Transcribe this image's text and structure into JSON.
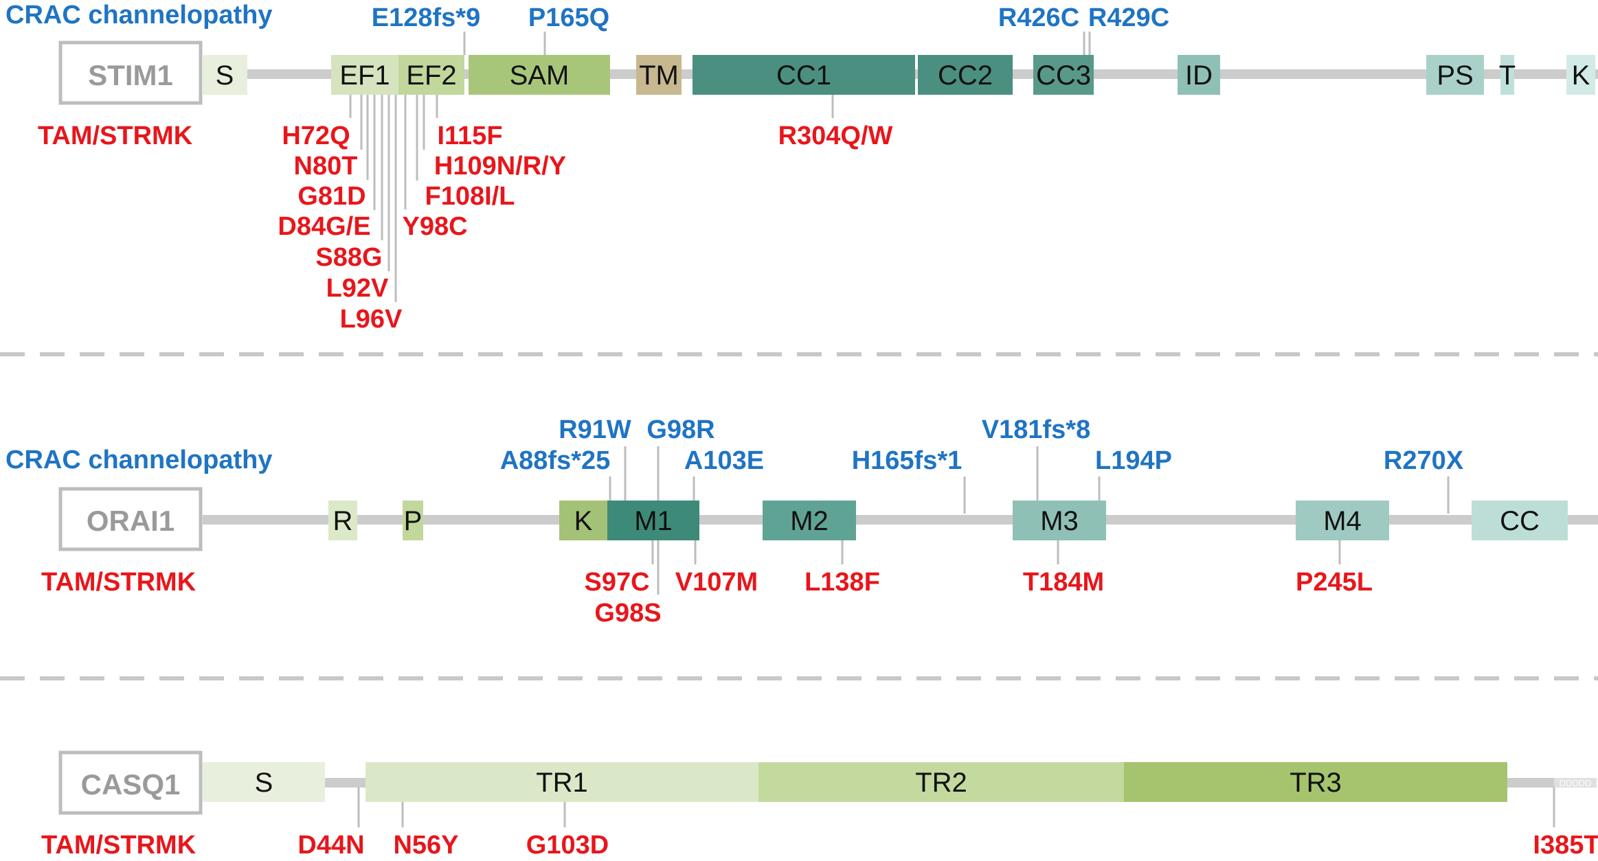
{
  "colors": {
    "red": "#e8161b",
    "blue": "#1f74c4",
    "backbone": "#cccccc",
    "box_border": "#bdbdbd",
    "protein_text": "#9a9a9a",
    "dash": "#c8c8c8"
  },
  "stim1": {
    "disease_blue": "CRAC channelopathy",
    "disease_red": "TAM/STRMK",
    "protein": "STIM1",
    "domains": [
      {
        "label": "S",
        "color": "#e8efdd"
      },
      {
        "label": "EF1",
        "color": "#d5e4bf"
      },
      {
        "label": "EF2",
        "color": "#c1d79b"
      },
      {
        "label": "SAM",
        "color": "#a8c67a"
      },
      {
        "label": "TM",
        "color": "#c7b890"
      },
      {
        "label": "CC1",
        "color": "#4b8f80"
      },
      {
        "label": "CC2",
        "color": "#4b8f80"
      },
      {
        "label": "CC3",
        "color": "#58998a"
      },
      {
        "label": "ID",
        "color": "#8ec0b6"
      },
      {
        "label": "PS",
        "color": "#a9d1ca"
      },
      {
        "label": "T",
        "color": "#bfe0da"
      },
      {
        "label": "K",
        "color": "#d3ebe6"
      }
    ],
    "blue_mutations": [
      "E128fs*9",
      "P165Q",
      "R426C",
      "R429C"
    ],
    "red_mutations": [
      "H72Q",
      "N80T",
      "G81D",
      "D84G/E",
      "S88G",
      "L92V",
      "L96V",
      "I115F",
      "H109N/R/Y",
      "F108I/L",
      "Y98C",
      "R304Q/W"
    ]
  },
  "orai1": {
    "disease_blue": "CRAC channelopathy",
    "disease_red": "TAM/STRMK",
    "protein": "ORAI1",
    "domains": [
      {
        "label": "R",
        "color": "#dbe9c8"
      },
      {
        "label": "P",
        "color": "#c1d79b"
      },
      {
        "label": "K",
        "color": "#a3c177"
      },
      {
        "label": "M1",
        "color": "#3e8a78"
      },
      {
        "label": "M2",
        "color": "#5fa395"
      },
      {
        "label": "M3",
        "color": "#8ec0b6"
      },
      {
        "label": "M4",
        "color": "#9fcac1"
      },
      {
        "label": "CC",
        "color": "#bcded7"
      }
    ],
    "blue_mutations": [
      "R91W",
      "G98R",
      "A88fs*25",
      "A103E",
      "H165fs*1",
      "V181fs*8",
      "L194P",
      "R270X"
    ],
    "red_mutations": [
      "S97C",
      "G98S",
      "V107M",
      "L138F",
      "T184M",
      "P245L"
    ]
  },
  "casq1": {
    "disease_red": "TAM/STRMK",
    "protein": "CASQ1",
    "tail_label": "DDDDD",
    "domains": [
      {
        "label": "S",
        "color": "#e8efdd"
      },
      {
        "label": "TR1",
        "color": "#dbe8c7"
      },
      {
        "label": "TR2",
        "color": "#c4d99e"
      },
      {
        "label": "TR3",
        "color": "#a5c46d"
      }
    ],
    "red_mutations": [
      "D44N",
      "N56Y",
      "G103D",
      "I385T"
    ]
  }
}
